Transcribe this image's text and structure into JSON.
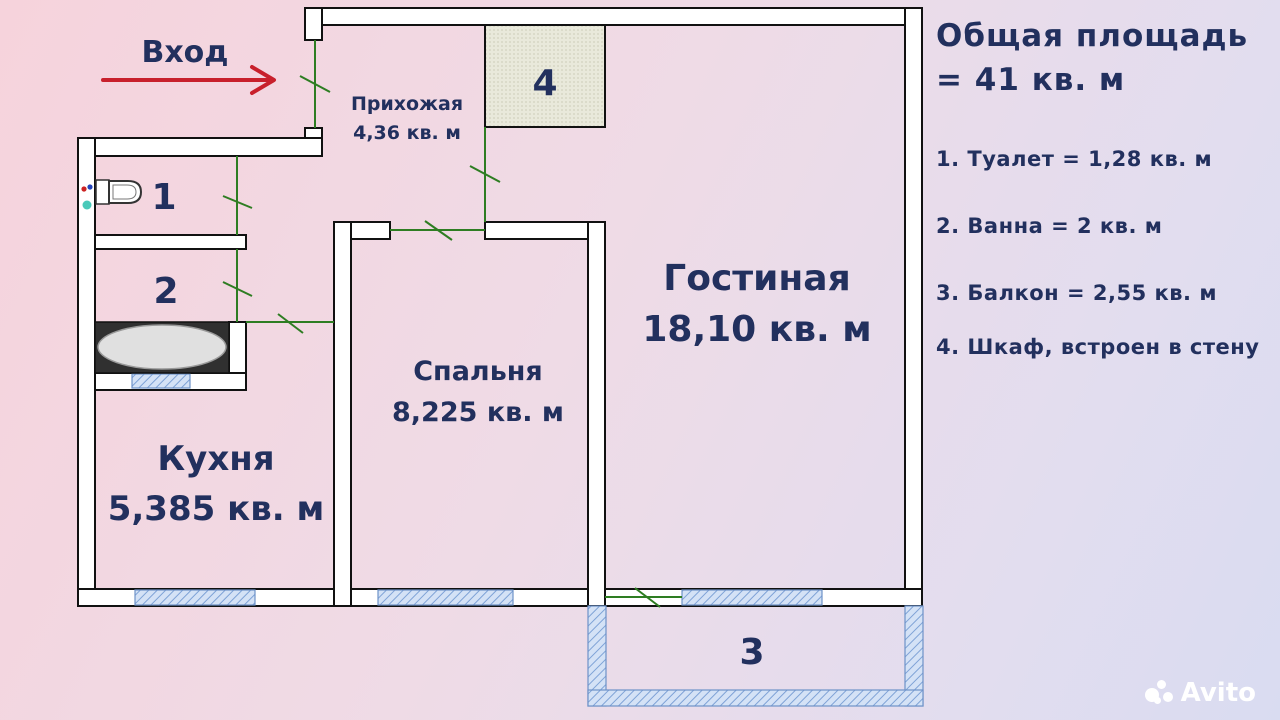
{
  "entrance_label": "Вход",
  "rooms": {
    "hallway": {
      "name": "Прихожая",
      "area": "4,36 кв. м"
    },
    "closet_number": "4",
    "toilet_number": "1",
    "bath_number": "2",
    "balcony_number": "3",
    "living": {
      "name": "Гостиная",
      "area": "18,10 кв. м"
    },
    "bedroom": {
      "name": "Спальня",
      "area": "8,225 кв. м"
    },
    "kitchen": {
      "name": "Кухня",
      "area": "5,385 кв. м"
    }
  },
  "info": {
    "total_line1": "Общая площадь",
    "total_line2": "= 41 кв. м",
    "items": [
      "1. Туалет = 1,28 кв. м",
      "2. Ванна = 2 кв. м",
      "3. Балкон = 2,55 кв. м",
      "4. Шкаф, встроен в стену"
    ]
  },
  "watermark": "Avito",
  "colors": {
    "text": "#22305e",
    "wall": "#0a0a0a",
    "door": "#2e7d22",
    "arrow": "#c8202c",
    "window": "#8fb0dc",
    "closet": "#e6e6d6"
  }
}
